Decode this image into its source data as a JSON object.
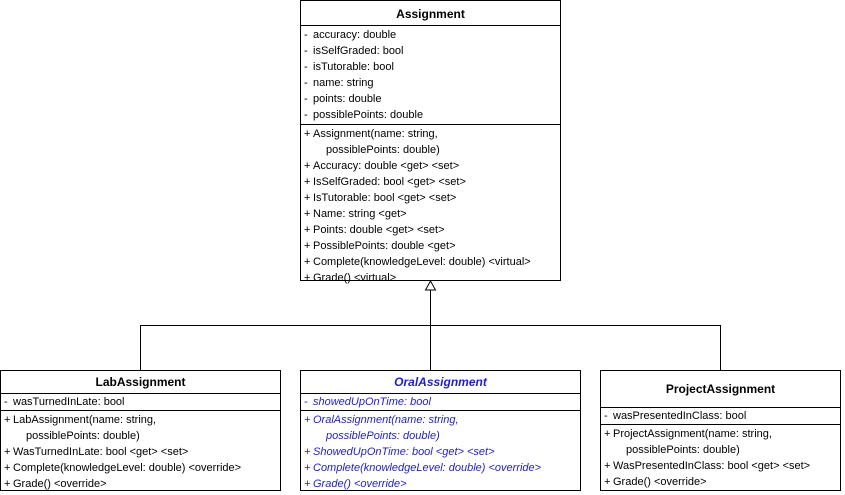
{
  "assignment": {
    "title": "Assignment",
    "attributes": [
      {
        "vis": "-",
        "text": "accuracy: double"
      },
      {
        "vis": "-",
        "text": "isSelfGraded: bool"
      },
      {
        "vis": "-",
        "text": "isTutorable: bool"
      },
      {
        "vis": "-",
        "text": "name: string"
      },
      {
        "vis": "-",
        "text": "points: double"
      },
      {
        "vis": "-",
        "text": "possiblePoints: double"
      }
    ],
    "operations": [
      {
        "vis": "+",
        "text": "Assignment(name: string,"
      },
      {
        "vis": "",
        "text": "possiblePoints: double)"
      },
      {
        "vis": "+",
        "text": "Accuracy: double <get> <set>"
      },
      {
        "vis": "+",
        "text": "IsSelfGraded: bool <get> <set>"
      },
      {
        "vis": "+",
        "text": "IsTutorable: bool <get> <set>"
      },
      {
        "vis": "+",
        "text": "Name: string <get>"
      },
      {
        "vis": "+",
        "text": "Points: double <get> <set>"
      },
      {
        "vis": "+",
        "text": "PossiblePoints: double <get>"
      },
      {
        "vis": "+",
        "text": "Complete(knowledgeLevel: double) <virtual>"
      },
      {
        "vis": "+",
        "text": "Grade() <virtual>"
      }
    ]
  },
  "lab": {
    "title": "LabAssignment",
    "attributes": [
      {
        "vis": "-",
        "text": "wasTurnedInLate: bool"
      }
    ],
    "operations": [
      {
        "vis": "+",
        "text": "LabAssignment(name: string,"
      },
      {
        "vis": "",
        "text": "possiblePoints: double)"
      },
      {
        "vis": "+",
        "text": "WasTurnedInLate: bool <get> <set>"
      },
      {
        "vis": "+",
        "text": "Complete(knowledgeLevel: double) <override>"
      },
      {
        "vis": "+",
        "text": "Grade() <override>"
      }
    ]
  },
  "oral": {
    "title": "OralAssignment",
    "attributes": [
      {
        "vis": "-",
        "text": "showedUpOnTime: bool"
      }
    ],
    "operations": [
      {
        "vis": "+",
        "text": "OralAssignment(name: string,"
      },
      {
        "vis": "",
        "text": "possiblePoints: double)"
      },
      {
        "vis": "+",
        "text": "ShowedUpOnTime: bool <get> <set>"
      },
      {
        "vis": "+",
        "text": "Complete(knowledgeLevel: double) <override>"
      },
      {
        "vis": "+",
        "text": "Grade() <override>"
      }
    ]
  },
  "project": {
    "title": "ProjectAssignment",
    "attributes": [
      {
        "vis": "-",
        "text": "wasPresentedInClass: bool"
      }
    ],
    "operations": [
      {
        "vis": "+",
        "text": "ProjectAssignment(name: string,"
      },
      {
        "vis": "",
        "text": "possiblePoints: double)"
      },
      {
        "vis": "+",
        "text": "WasPresentedInClass: bool <get> <set>"
      },
      {
        "vis": "+",
        "text": "Grade() <override>"
      }
    ]
  },
  "colors": {
    "abstract_text": "#1e1ecc",
    "line": "#000000"
  }
}
